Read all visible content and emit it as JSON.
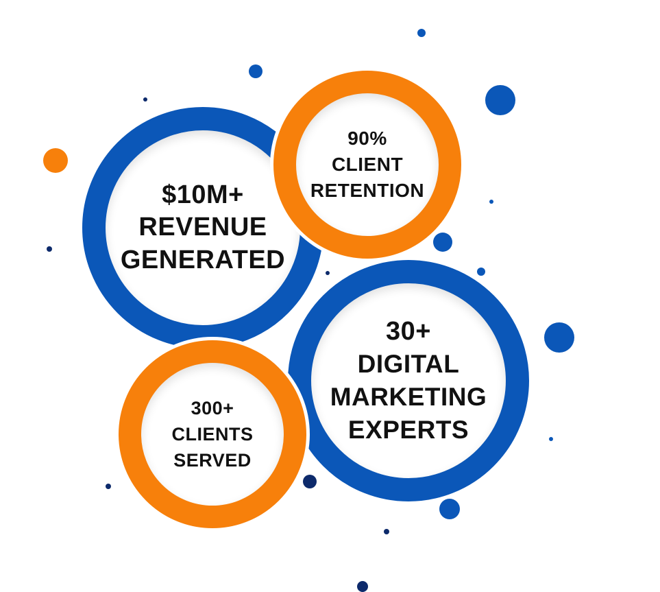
{
  "colors": {
    "blue": "#0b57b8",
    "orange": "#f7800b",
    "navy": "#0d2a6b"
  },
  "stats": [
    {
      "value": "$10M+",
      "label_lines": [
        "REVENUE",
        "GENERATED"
      ]
    },
    {
      "value": "90%",
      "label_lines": [
        "CLIENT",
        "RETENTION"
      ]
    },
    {
      "value": "30+",
      "label_lines": [
        "DIGITAL",
        "MARKETING",
        "EXPERTS"
      ]
    },
    {
      "value": "300+",
      "label_lines": [
        "CLIENTS",
        "SERVED"
      ]
    }
  ]
}
